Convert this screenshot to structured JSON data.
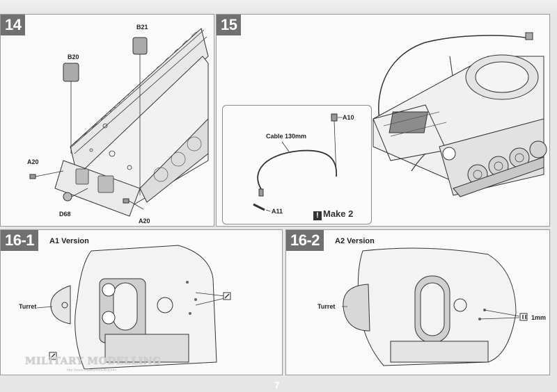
{
  "steps": {
    "s14": {
      "number": "14",
      "labels": {
        "b21": "B21",
        "b20": "B20",
        "a20_left": "A20",
        "d68": "D68",
        "a20_bottom": "A20"
      }
    },
    "s15": {
      "number": "15",
      "cable_label": "Cable 130mm",
      "a10": "A10",
      "a11": "A11",
      "make": "Make 2"
    },
    "s16_1": {
      "number": "16-1",
      "version": "A1 Version",
      "turret": "Turret"
    },
    "s16_2": {
      "number": "16-2",
      "version": "A2 Version",
      "turret": "Turret",
      "drill": "1mm"
    }
  },
  "footer": {
    "page_number": "7",
    "watermark": "MILITARY MODELLING",
    "watermark_url": "http://www.militarymodelling.info"
  },
  "colors": {
    "badge": "#707070",
    "panel": "#fafafa",
    "line": "#333333",
    "shade": "#c8c8c8"
  }
}
